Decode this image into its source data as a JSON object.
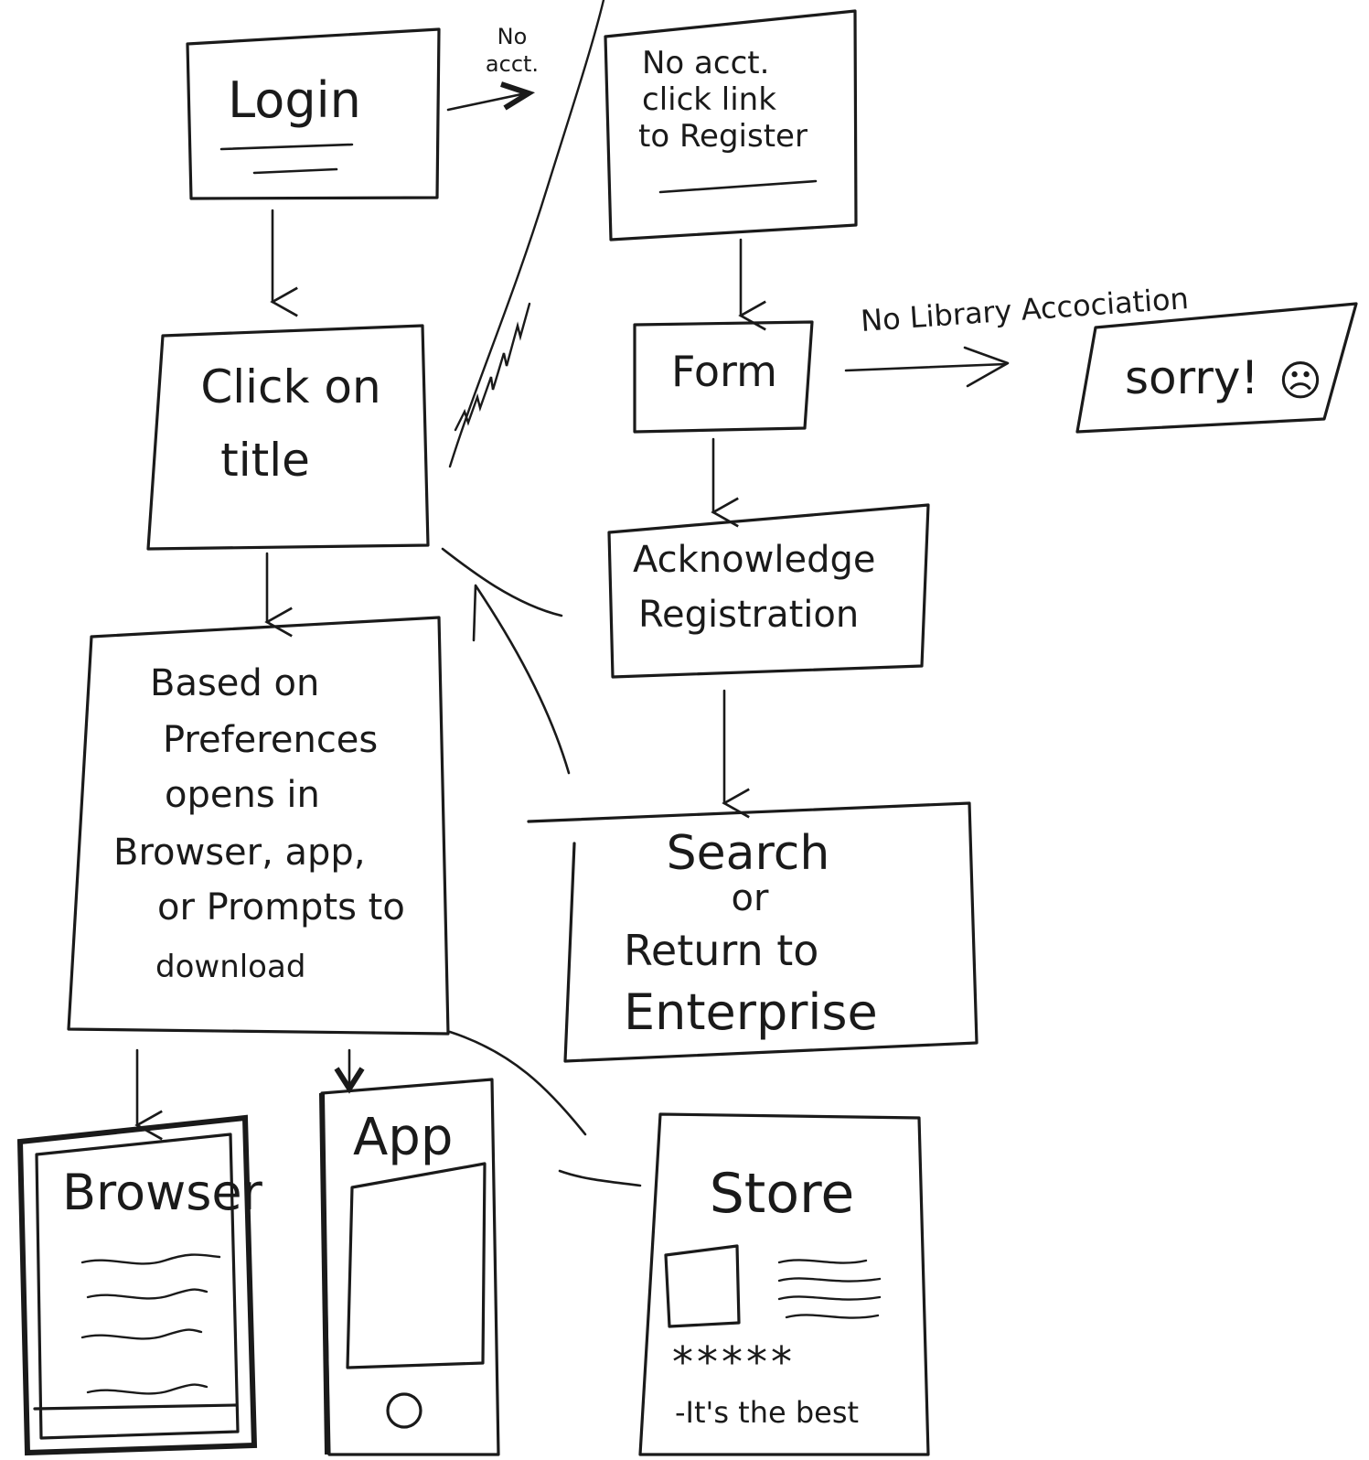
{
  "nodes": {
    "login": {
      "title": "Login"
    },
    "no_acct": {
      "lines": [
        "No acct.",
        "click link",
        "to Register"
      ]
    },
    "form": {
      "title": "Form"
    },
    "sorry": {
      "title": "sorry!",
      "face": "☹"
    },
    "click_title": {
      "lines": [
        "Click on",
        "title"
      ]
    },
    "acknowledge": {
      "lines": [
        "Acknowledge",
        "Registration"
      ]
    },
    "based_on": {
      "lines": [
        "Based on",
        "Preferences",
        "opens in",
        "Browser, app,",
        "or Prompts to",
        "download"
      ]
    },
    "search": {
      "lines": [
        "Search",
        "or",
        "Return to",
        "Enterprise"
      ]
    },
    "browser": {
      "title": "Browser"
    },
    "app": {
      "title": "App"
    },
    "store": {
      "title": "Store",
      "rating": "*****",
      "review": "-It's the best"
    }
  },
  "edge_labels": {
    "no_acct": [
      "No",
      "acct."
    ],
    "no_library": "No Library Accociation"
  }
}
